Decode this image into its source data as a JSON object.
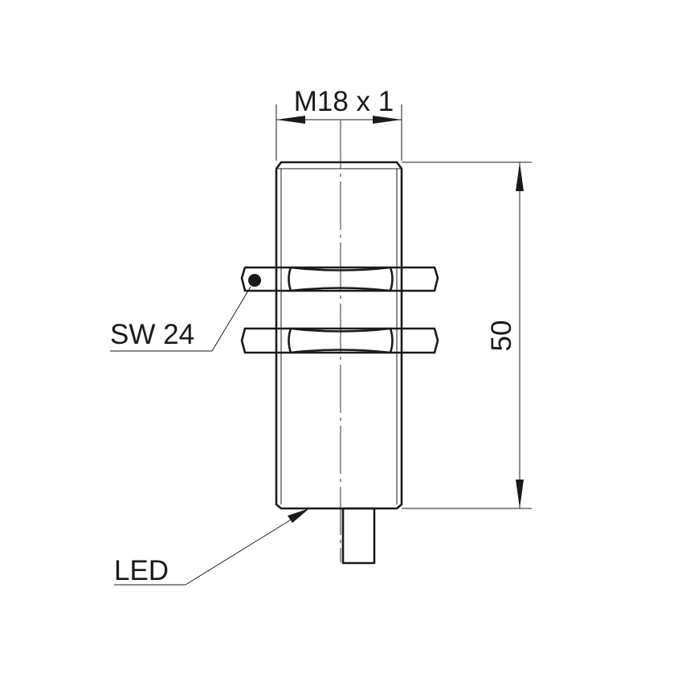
{
  "labels": {
    "thread": "M18 x 1",
    "length": "50",
    "wrench_size": "SW 24",
    "led": "LED"
  }
}
